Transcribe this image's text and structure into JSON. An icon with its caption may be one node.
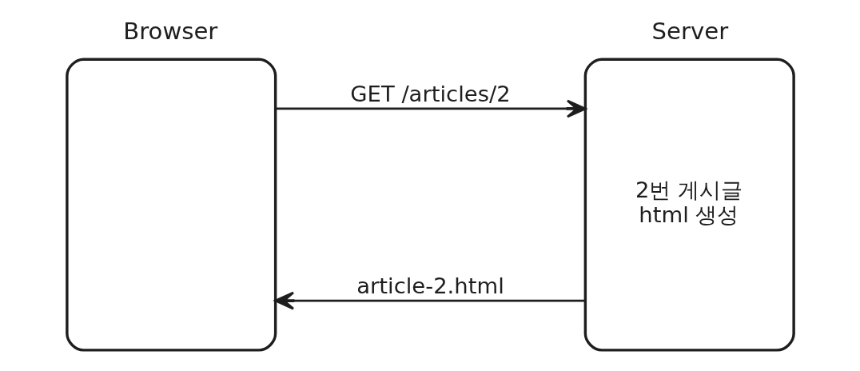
{
  "diagram": {
    "nodes": [
      {
        "text": [
          "Browser"
        ]
      },
      {
        "text": [
          "Server",
          "2번 게시글 html 생성"
        ]
      }
    ],
    "edges": [
      {
        "from": 0,
        "to": 1,
        "arrow": "to",
        "label": "GET /articles/2"
      },
      {
        "from": 1,
        "to": 0,
        "arrow": "to",
        "label": "article-2.html"
      }
    ]
  }
}
